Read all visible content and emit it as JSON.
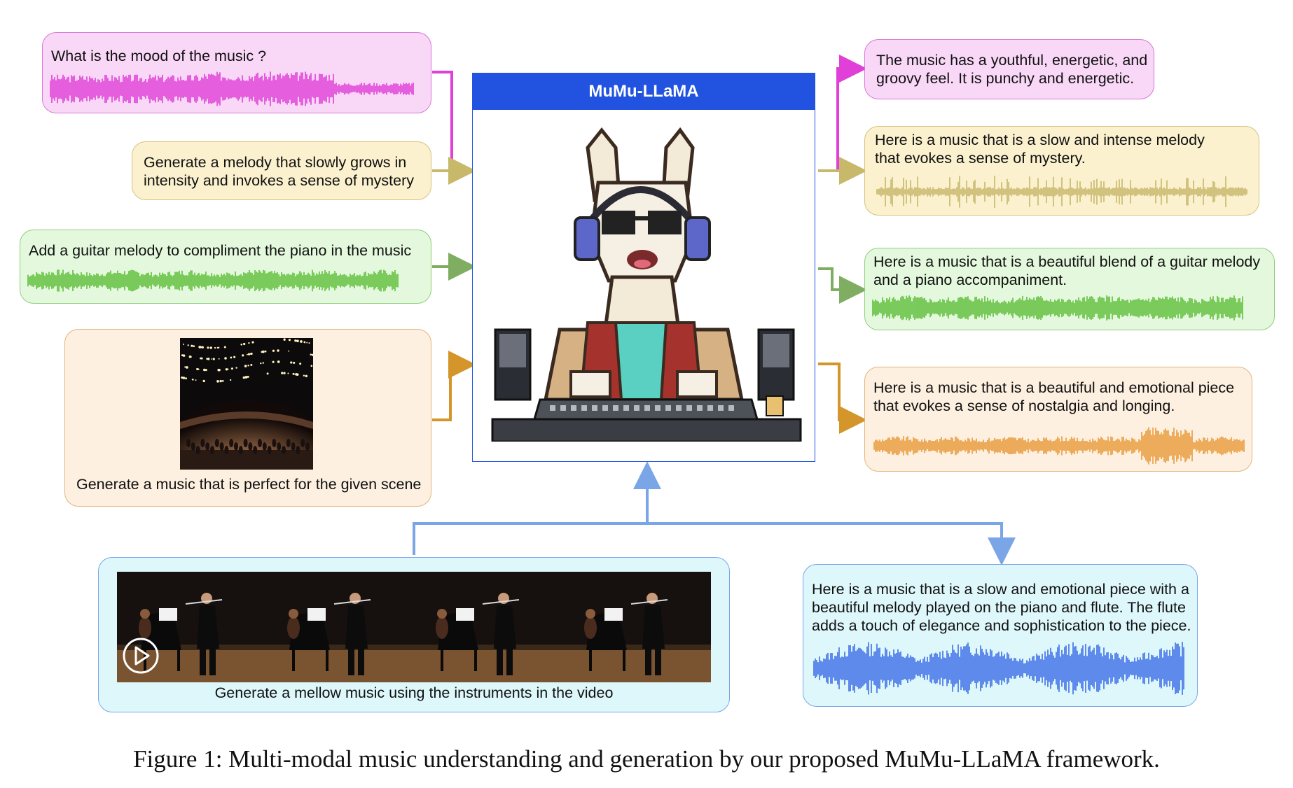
{
  "colors": {
    "pink": "#e040d8",
    "pink_bg": "#f9d8f7",
    "olive": "#c7b86a",
    "olive_bg": "#fbf1cf",
    "green": "#5fbf3b",
    "green_bg": "#e3f8dc",
    "orange": "#e89a3a",
    "orange_bg": "#fdf0e0",
    "blue": "#3e6ee8",
    "blue_bg": "#def7fb",
    "center_header": "#2253e0"
  },
  "center": {
    "title": "MuMu-LLaMA"
  },
  "inputs": {
    "mood": {
      "text": "What is the mood of the music ?"
    },
    "melody": {
      "text": "Generate a melody that slowly grows in\nintensity and invokes a sense of mystery"
    },
    "guitar": {
      "text": "Add a guitar melody to compliment the piano in the music"
    },
    "scene": {
      "text": "Generate a music that is perfect for the given scene"
    },
    "video": {
      "text": "Generate a mellow music using the instruments in the video"
    }
  },
  "outputs": {
    "mood": {
      "text": "The music has a youthful, energetic, and\ngroovy feel. It is punchy and energetic."
    },
    "melody": {
      "text": "Here is a music that is a slow and intense melody\nthat evokes a sense of mystery."
    },
    "guitar": {
      "text": "Here is a music that is a beautiful blend of a guitar melody\nand a piano accompaniment."
    },
    "scene": {
      "text": "Here is a music that is a beautiful and emotional piece\nthat evokes a sense of nostalgia and longing."
    },
    "video": {
      "text": "Here is a music that is a slow and emotional piece with a\nbeautiful melody played on the piano and flute. The flute\nadds a touch of elegance and sophistication to the piece."
    }
  },
  "caption": "Figure 1: Multi-modal music understanding and generation by our proposed MuMu-LLaMA framework.",
  "icons": [
    "llama-dj-illustration",
    "concert-hall-photo",
    "flute-piano-video-frames",
    "play-icon",
    "audio-waveform"
  ]
}
